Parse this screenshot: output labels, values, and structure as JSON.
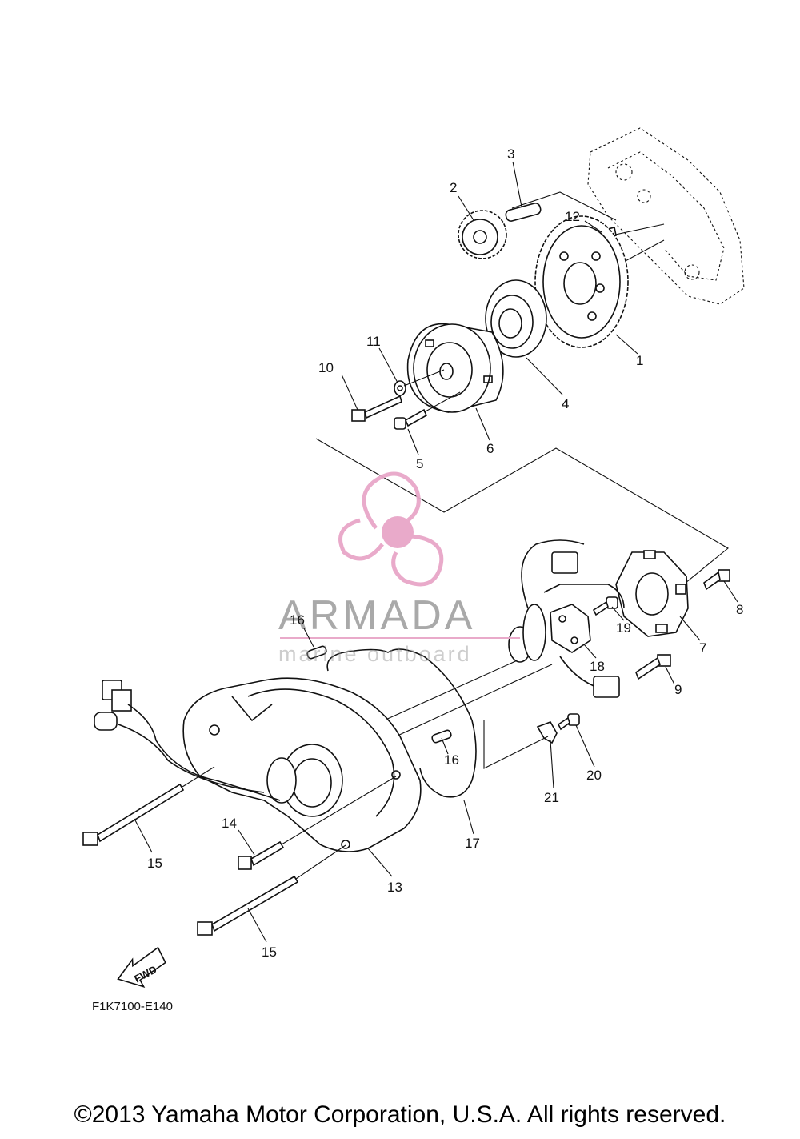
{
  "callouts": [
    {
      "id": "c1",
      "label": "1"
    },
    {
      "id": "c2",
      "label": "2"
    },
    {
      "id": "c3",
      "label": "3"
    },
    {
      "id": "c4",
      "label": "4"
    },
    {
      "id": "c5",
      "label": "5"
    },
    {
      "id": "c6",
      "label": "6"
    },
    {
      "id": "c7",
      "label": "7"
    },
    {
      "id": "c8",
      "label": "8"
    },
    {
      "id": "c9",
      "label": "9"
    },
    {
      "id": "c10",
      "label": "10"
    },
    {
      "id": "c11",
      "label": "11"
    },
    {
      "id": "c12",
      "label": "12"
    },
    {
      "id": "c13",
      "label": "13"
    },
    {
      "id": "c14",
      "label": "14"
    },
    {
      "id": "c15a",
      "label": "15"
    },
    {
      "id": "c15b",
      "label": "15"
    },
    {
      "id": "c16a",
      "label": "16"
    },
    {
      "id": "c16b",
      "label": "16"
    },
    {
      "id": "c17",
      "label": "17"
    },
    {
      "id": "c18",
      "label": "18"
    },
    {
      "id": "c19",
      "label": "19"
    },
    {
      "id": "c20",
      "label": "20"
    },
    {
      "id": "c21",
      "label": "21"
    }
  ],
  "fwd_label": "FWD",
  "diagram_code": "F1K7100-E140",
  "watermark": {
    "brand": "ARMADA",
    "tagline": "marine outboard",
    "color": "#e8a6c8"
  },
  "copyright": "©2013 Yamaha Motor Corporation, U.S.A. All rights reserved."
}
